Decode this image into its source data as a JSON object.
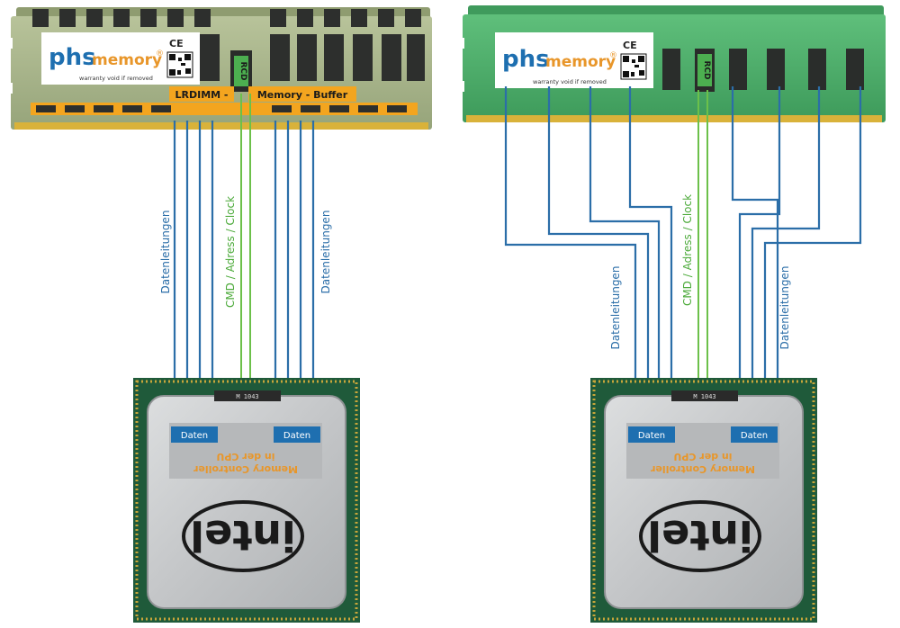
{
  "module_label": {
    "brand_phs": "phs",
    "brand_memory": "memory",
    "registered": "®",
    "ce_mark": "CE",
    "warranty": "warranty void if removed"
  },
  "rcd_label": "RCD",
  "lrdimm_left": "LRDIMM -",
  "lrdimm_right": "Memory - Buffer",
  "bus_labels": {
    "data_lines": "Datenleitungen",
    "cmd_address_clock": "CMD / Adress / Clock"
  },
  "cpu": {
    "data_label": "Daten",
    "memory_controller_line1": "Memory Controller",
    "memory_controller_line2": "in der CPU",
    "chip_code": "M 1043",
    "logo": "intel"
  },
  "colors": {
    "data_line": "#2b6ea8",
    "cmd_line": "#6cc04a",
    "pcb_lrdimm": "#a9b58c",
    "pcb_rdimm": "#4caf6a",
    "buffer_orange": "#f3a51f",
    "cpu_substrate": "#1f5a3a",
    "cpu_heatspreader": "#c9cbcd",
    "data_box": "#1e6fb0",
    "controller_text": "#e8962a"
  }
}
